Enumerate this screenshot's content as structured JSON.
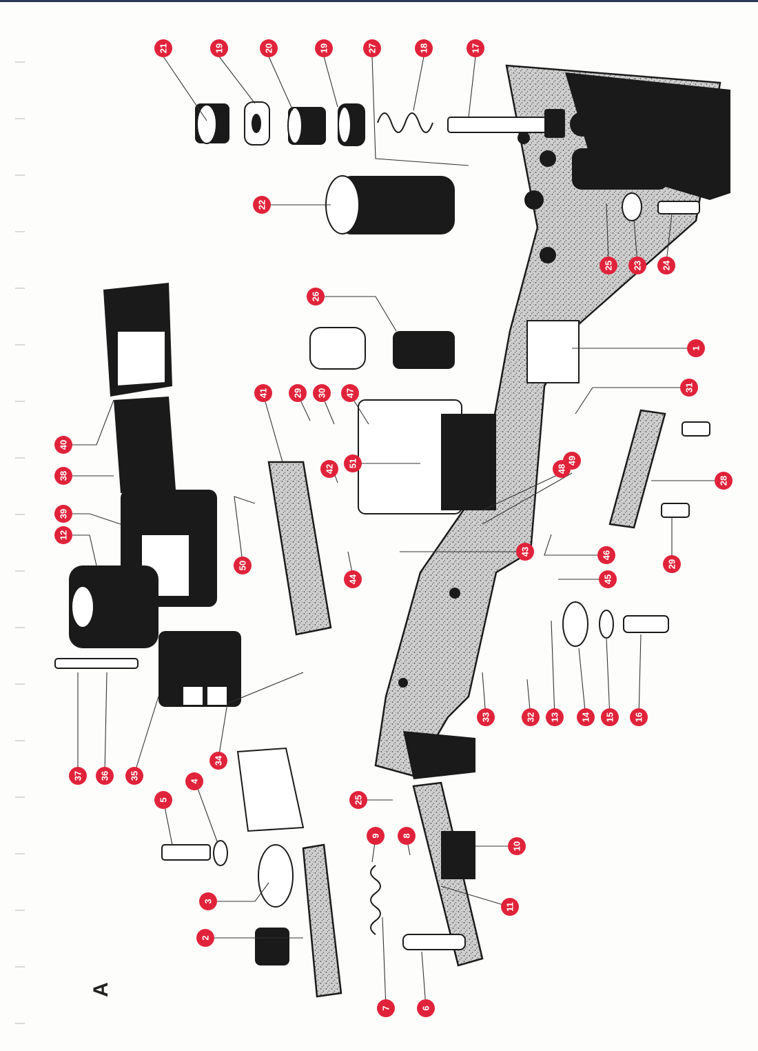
{
  "figure": {
    "letter": "A"
  },
  "colors": {
    "marker": "#e0233a",
    "ink": "#1a1a1a",
    "top_rule": "#2b3556"
  },
  "parts": [
    {
      "id": "21",
      "label": "21"
    },
    {
      "id": "19a",
      "label": "19"
    },
    {
      "id": "20",
      "label": "20"
    },
    {
      "id": "19b",
      "label": "19"
    },
    {
      "id": "27",
      "label": "27"
    },
    {
      "id": "18",
      "label": "18"
    },
    {
      "id": "17",
      "label": "17"
    },
    {
      "id": "22",
      "label": "22"
    },
    {
      "id": "25a",
      "label": "25"
    },
    {
      "id": "23",
      "label": "23"
    },
    {
      "id": "24",
      "label": "24"
    },
    {
      "id": "26",
      "label": "26"
    },
    {
      "id": "1",
      "label": "1"
    },
    {
      "id": "41",
      "label": "41"
    },
    {
      "id": "29a",
      "label": "29"
    },
    {
      "id": "30",
      "label": "30"
    },
    {
      "id": "47",
      "label": "47"
    },
    {
      "id": "31",
      "label": "31"
    },
    {
      "id": "40",
      "label": "40"
    },
    {
      "id": "38",
      "label": "38"
    },
    {
      "id": "51",
      "label": "51"
    },
    {
      "id": "42",
      "label": "42"
    },
    {
      "id": "48",
      "label": "48"
    },
    {
      "id": "49",
      "label": "49"
    },
    {
      "id": "28",
      "label": "28"
    },
    {
      "id": "39",
      "label": "39"
    },
    {
      "id": "50",
      "label": "50"
    },
    {
      "id": "12",
      "label": "12"
    },
    {
      "id": "44",
      "label": "44"
    },
    {
      "id": "43",
      "label": "43"
    },
    {
      "id": "46",
      "label": "46"
    },
    {
      "id": "29b",
      "label": "29"
    },
    {
      "id": "45",
      "label": "45"
    },
    {
      "id": "33",
      "label": "33"
    },
    {
      "id": "32",
      "label": "32"
    },
    {
      "id": "13",
      "label": "13"
    },
    {
      "id": "14",
      "label": "14"
    },
    {
      "id": "15",
      "label": "15"
    },
    {
      "id": "16",
      "label": "16"
    },
    {
      "id": "37",
      "label": "37"
    },
    {
      "id": "36",
      "label": "36"
    },
    {
      "id": "35",
      "label": "35"
    },
    {
      "id": "34",
      "label": "34"
    },
    {
      "id": "5",
      "label": "5"
    },
    {
      "id": "4",
      "label": "4"
    },
    {
      "id": "25b",
      "label": "25"
    },
    {
      "id": "9",
      "label": "9"
    },
    {
      "id": "8",
      "label": "8"
    },
    {
      "id": "10",
      "label": "10"
    },
    {
      "id": "3",
      "label": "3"
    },
    {
      "id": "11",
      "label": "11"
    },
    {
      "id": "2",
      "label": "2"
    },
    {
      "id": "7",
      "label": "7"
    },
    {
      "id": "6",
      "label": "6"
    }
  ]
}
